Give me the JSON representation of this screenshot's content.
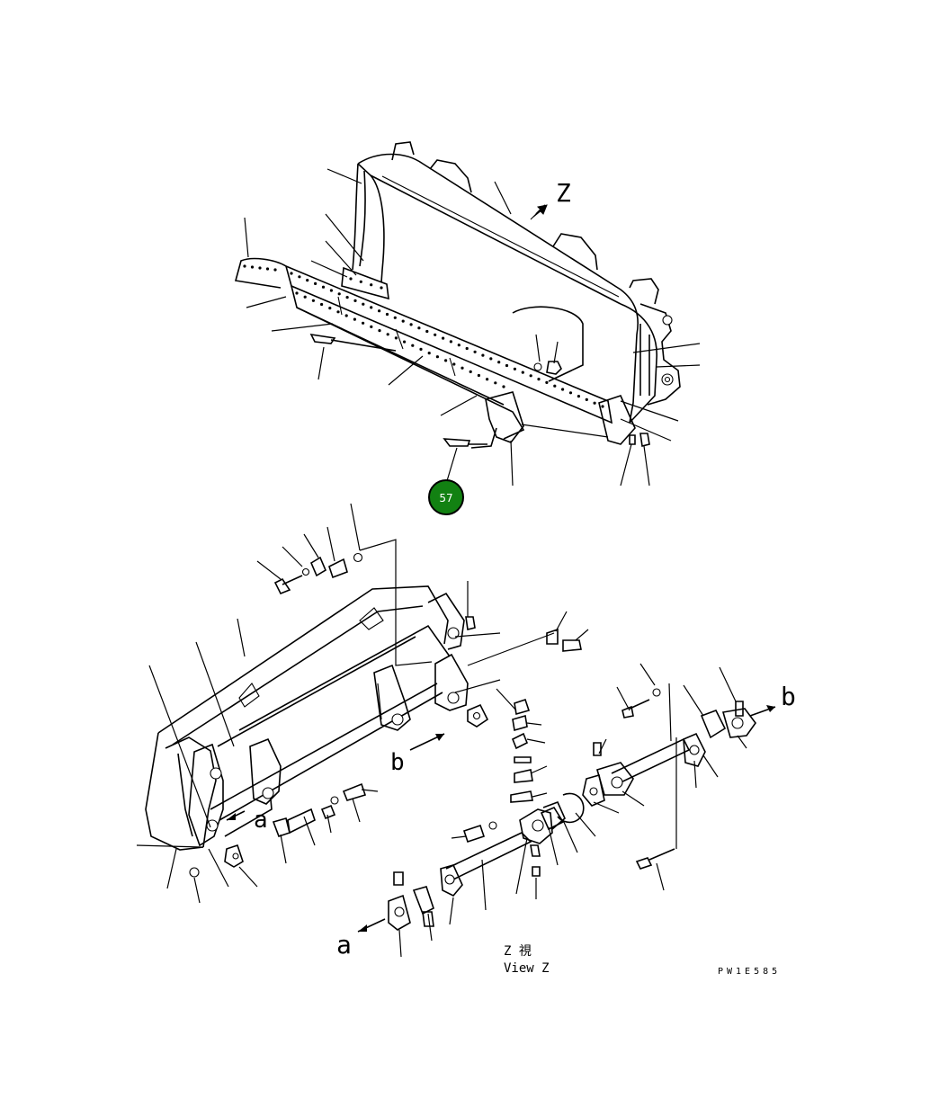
{
  "view_marker": "Z",
  "view_caption_jp": "Z 視",
  "view_caption_en": "View Z",
  "drawing_code": "PW1E585",
  "detail_marker_a": "a",
  "detail_marker_b": "b",
  "highlighted_callout": {
    "number": "57",
    "color": "#128112"
  }
}
